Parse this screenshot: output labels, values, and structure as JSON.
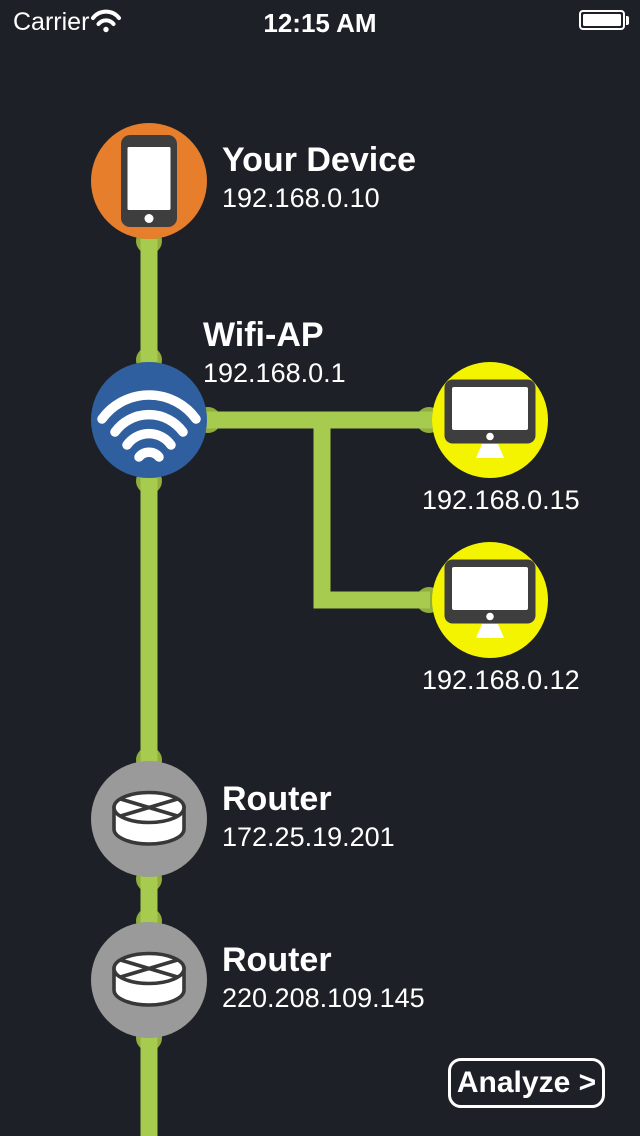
{
  "status_bar": {
    "carrier_label": "Carrier",
    "time": "12:15 AM",
    "icons": {
      "wifi": "wifi-signal-icon",
      "battery": "battery-full-icon"
    }
  },
  "colors": {
    "background": "#1d2127",
    "link_green": "#a6cb4f",
    "link_cap_green": "#8fae3c",
    "device_orange": "#e67e2b",
    "ap_blue": "#2f5f9e",
    "client_yellow": "#f4f400",
    "router_gray": "#9a9a9a",
    "icon_dark": "#3e3e3e",
    "text_white": "#ffffff"
  },
  "topology": {
    "nodes": [
      {
        "id": "your-device",
        "kind": "smartphone",
        "title": "Your Device",
        "ip": "192.168.0.10"
      },
      {
        "id": "wifi-ap",
        "kind": "wifi-access-point",
        "title": "Wifi-AP",
        "ip": "192.168.0.1"
      },
      {
        "id": "client-1",
        "kind": "desktop-computer",
        "ip": "192.168.0.15"
      },
      {
        "id": "client-2",
        "kind": "desktop-computer",
        "ip": "192.168.0.12"
      },
      {
        "id": "router-1",
        "kind": "router",
        "title": "Router",
        "ip": "172.25.19.201"
      },
      {
        "id": "router-2",
        "kind": "router",
        "title": "Router",
        "ip": "220.208.109.145"
      }
    ],
    "links": [
      {
        "from": "your-device",
        "to": "wifi-ap"
      },
      {
        "from": "wifi-ap",
        "to": "client-1"
      },
      {
        "from": "wifi-ap",
        "to": "client-2"
      },
      {
        "from": "wifi-ap",
        "to": "router-1"
      },
      {
        "from": "router-1",
        "to": "router-2"
      },
      {
        "from": "router-2",
        "continues_offscreen_bottom": true
      }
    ]
  },
  "footer": {
    "analyze_label": "Analyze >"
  }
}
